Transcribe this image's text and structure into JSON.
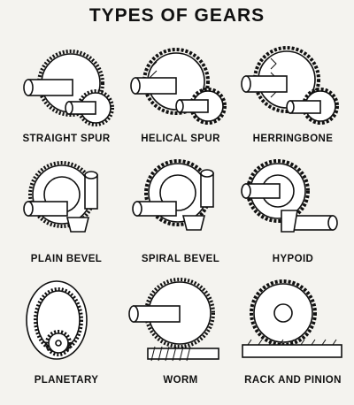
{
  "title": "TYPES OF GEARS",
  "gears": [
    {
      "label": "STRAIGHT SPUR",
      "icon": "straight-spur-gear"
    },
    {
      "label": "HELICAL SPUR",
      "icon": "helical-spur-gear"
    },
    {
      "label": "HERRINGBONE",
      "icon": "herringbone-gear"
    },
    {
      "label": "PLAIN BEVEL",
      "icon": "plain-bevel-gear"
    },
    {
      "label": "SPIRAL BEVEL",
      "icon": "spiral-bevel-gear"
    },
    {
      "label": "HYPOID",
      "icon": "hypoid-gear"
    },
    {
      "label": "PLANETARY",
      "icon": "planetary-gear"
    },
    {
      "label": "WORM",
      "icon": "worm-gear"
    },
    {
      "label": "RACK AND PINION",
      "icon": "rack-and-pinion-gear"
    }
  ]
}
